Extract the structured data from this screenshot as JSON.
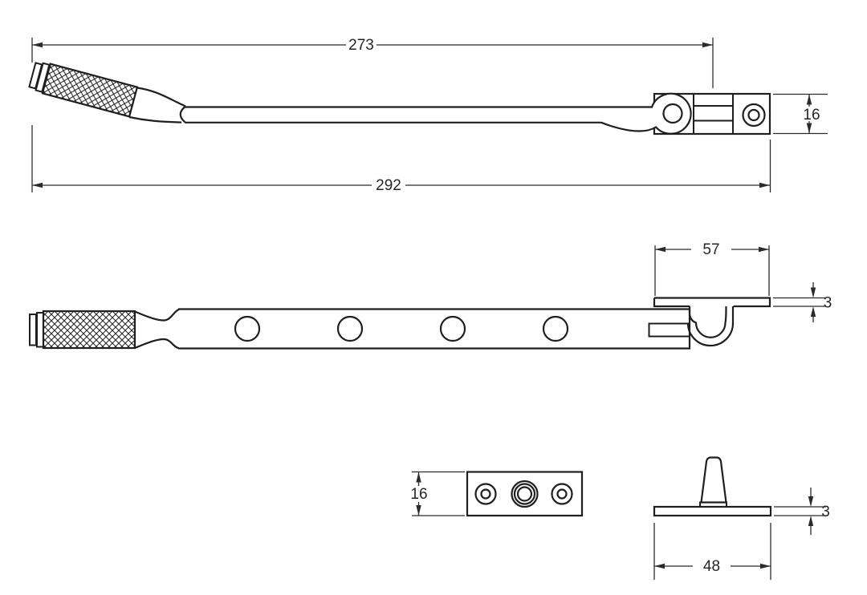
{
  "drawing": {
    "kind": "technical-drawing",
    "subject": "casement window stay with pivot bracket, keep plate and mounting pin",
    "views": [
      "side-elevation",
      "plan-view",
      "keep-plate-plan",
      "pin-elevation"
    ]
  },
  "dims": {
    "arm_to_pivot": "273",
    "overall_length": "292",
    "bracket_height": "16",
    "plate_length": "57",
    "plate_thickness": "3",
    "keep_height": "16",
    "pin_base_width": "48",
    "pin_base_thickness": "3"
  },
  "style": {
    "background": "#ffffff",
    "line_color": "#1f1f1f",
    "text_color": "#262626"
  }
}
